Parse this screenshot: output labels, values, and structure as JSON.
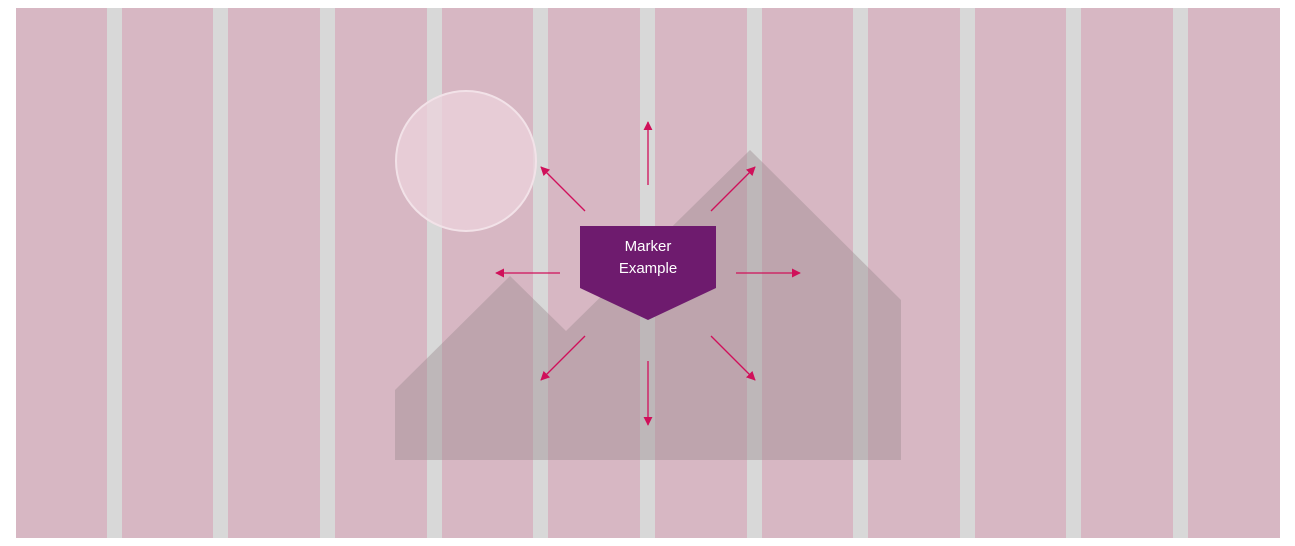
{
  "marker": {
    "line1": "Marker",
    "line2": "Example"
  },
  "colors": {
    "background": "#d7b7c3",
    "gutter": "#d8d8d8",
    "marker": "#6e1b6e",
    "arrow": "#d0105a",
    "mountain": "#9b8a90",
    "sun": "#ecd3dc"
  },
  "arrow_directions": [
    "up",
    "up-right",
    "right",
    "down-right",
    "down",
    "down-left",
    "left",
    "up-left"
  ]
}
